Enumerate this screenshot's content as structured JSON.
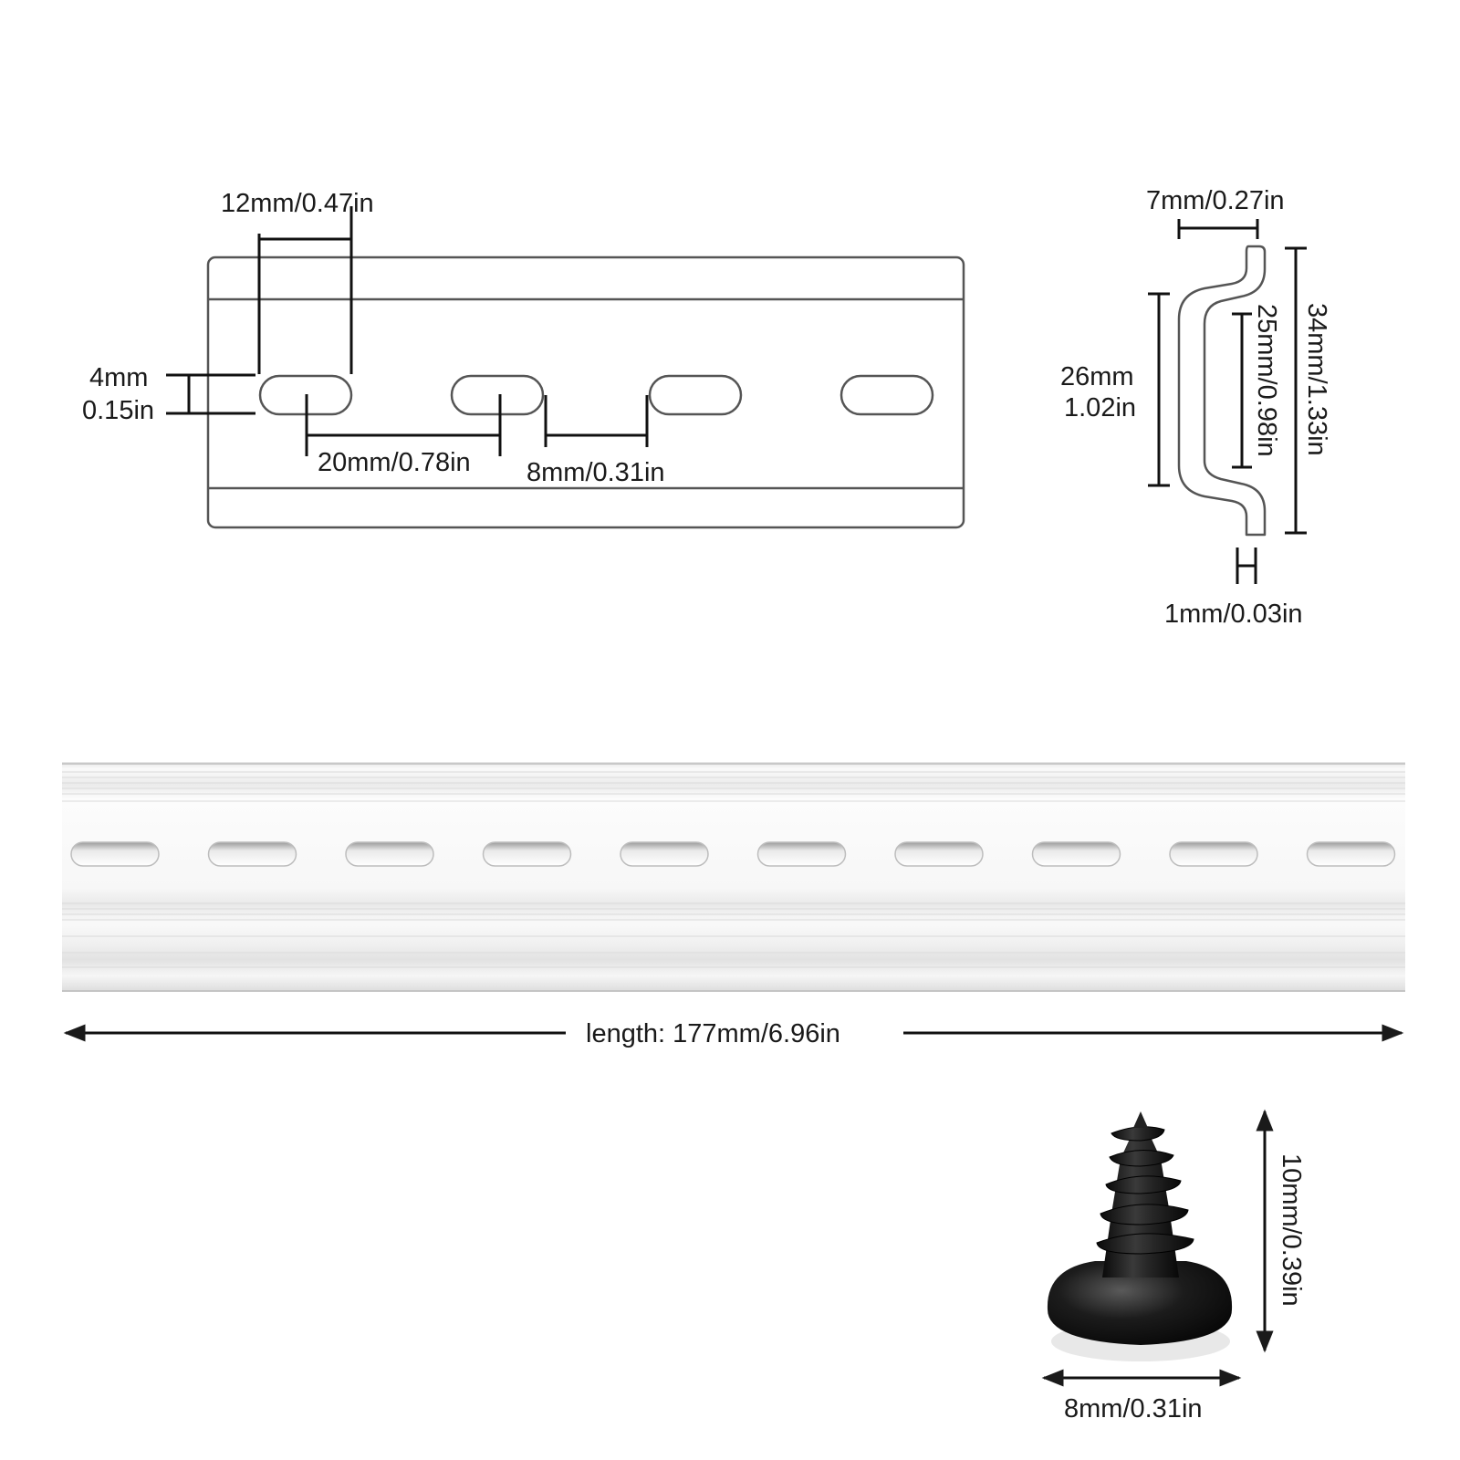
{
  "front_view": {
    "slot_length": "12mm/0.47in",
    "slot_height_mm": "4mm",
    "slot_height_in": "0.15in",
    "slot_pitch": "20mm/0.78in",
    "slot_gap": "8mm/0.31in"
  },
  "profile_view": {
    "flange_width": "7mm/0.27in",
    "total_height": "34mm/1.33in",
    "outer_channel_mm": "26mm",
    "outer_channel_in": "1.02in",
    "inner_channel": "25mm/0.98in",
    "thickness": "1mm/0.03in"
  },
  "rail": {
    "length_label": "length: 177mm/6.96in",
    "color": "#f4f4f4"
  },
  "screw": {
    "height": "10mm/0.39in",
    "width": "8mm/0.31in",
    "color": "#161616"
  }
}
